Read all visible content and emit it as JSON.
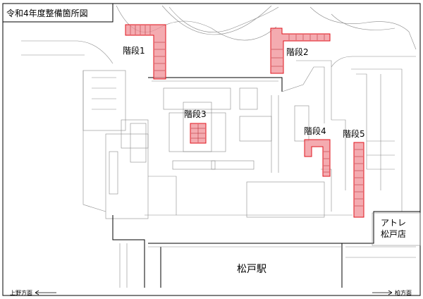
{
  "title": "令和4年度整備箇所図",
  "stairs": [
    {
      "id": "1",
      "label": "階段1"
    },
    {
      "id": "2",
      "label": "階段2"
    },
    {
      "id": "3",
      "label": "階段3"
    },
    {
      "id": "4",
      "label": "階段4"
    },
    {
      "id": "5",
      "label": "階段5"
    }
  ],
  "station": "松戸駅",
  "atre_line1": "アトレ",
  "atre_line2": "松戸店",
  "direction_left": "上野方面",
  "direction_right": "柏方面",
  "colors": {
    "highlight_fill": "#f08f95",
    "highlight_stroke": "#e0141e"
  }
}
